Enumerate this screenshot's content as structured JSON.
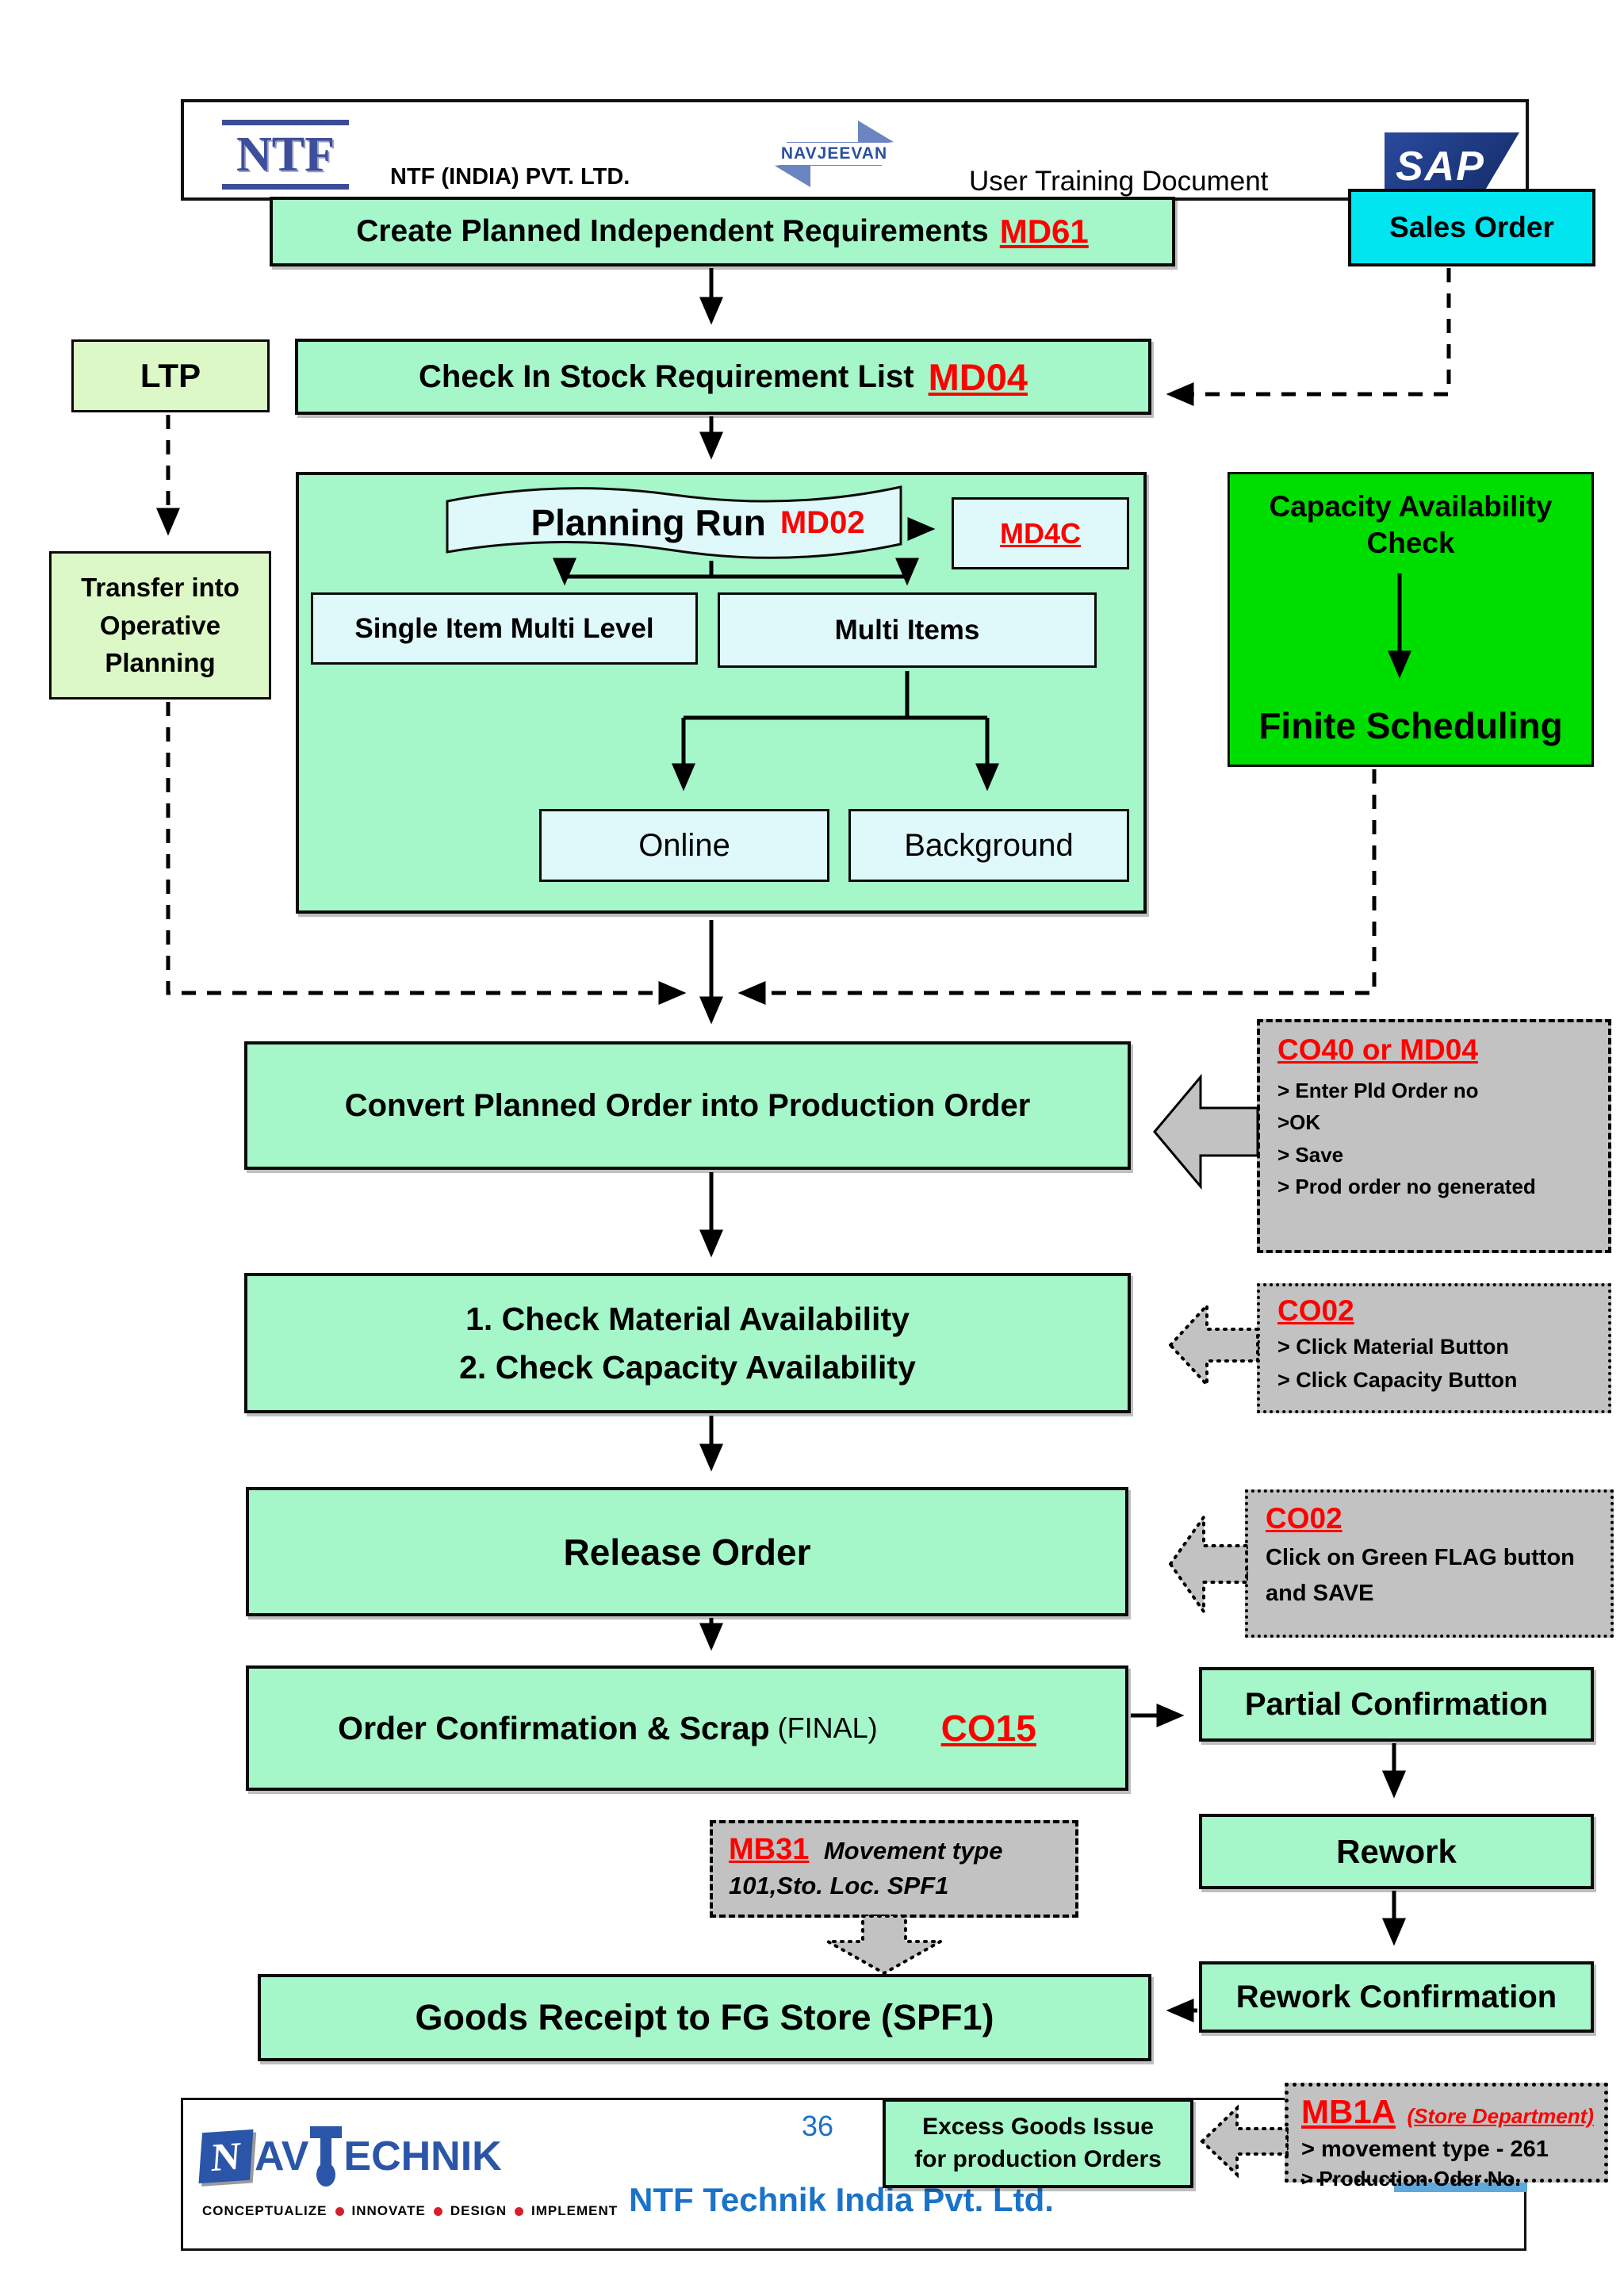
{
  "header": {
    "ntf_logo_text": "NTF",
    "company": "NTF (INDIA) PVT. LTD.",
    "navjeevan_logo_text": "NAVJEEVAN",
    "doc_title": "User Training Document",
    "sap_logo_text": "SAP"
  },
  "flow": {
    "create_pir": {
      "label": "Create Planned Independent Requirements",
      "tcode": "MD61"
    },
    "sales_order": {
      "label": "Sales Order"
    },
    "ltp": {
      "label": "LTP"
    },
    "check_stock": {
      "label": "Check In Stock Requirement List",
      "tcode": "MD04"
    },
    "planning_run": {
      "label": "Planning Run",
      "tcode": "MD02"
    },
    "md4c": {
      "tcode": "MD4C"
    },
    "single_item": {
      "label": "Single Item Multi Level"
    },
    "multi_items": {
      "label": "Multi Items"
    },
    "online": {
      "label": "Online"
    },
    "background": {
      "label": "Background"
    },
    "capacity_check": {
      "label": "Capacity Availability Check",
      "label2": "Finite Scheduling"
    },
    "transfer": {
      "label": "Transfer into Operative Planning"
    },
    "convert": {
      "label": "Convert Planned Order into Production Order"
    },
    "check_avail": {
      "line1": "1.  Check Material Availability",
      "line2": "2.  Check Capacity Availability"
    },
    "release": {
      "label": "Release Order"
    },
    "order_confirm": {
      "label": "Order Confirmation & Scrap",
      "suffix": "(FINAL)",
      "tcode": "CO15"
    },
    "partial_confirm": {
      "label": "Partial Confirmation"
    },
    "rework": {
      "label": "Rework"
    },
    "rework_confirm": {
      "label": "Rework Confirmation"
    },
    "goods_receipt": {
      "label": "Goods Receipt to FG Store (SPF1)"
    },
    "excess_goods": {
      "label": "Excess Goods Issue for production Orders"
    }
  },
  "callouts": {
    "co40": {
      "title": "CO40 or MD04",
      "lines": [
        "> Enter Pld Order no",
        ">OK",
        "> Save",
        "> Prod order no generated"
      ]
    },
    "co02_check": {
      "title": "CO02",
      "lines": [
        "> Click Material Button",
        "> Click Capacity Button"
      ]
    },
    "co02_release": {
      "title": "CO02",
      "lines": [
        "Click on Green FLAG button",
        "and SAVE"
      ]
    },
    "mb31": {
      "title": "MB31",
      "line1": "Movement type",
      "line2": "101,Sto. Loc. SPF1"
    },
    "mb1a": {
      "title": "MB1A",
      "subtitle": "(Store Department)",
      "lines": [
        "> movement type - 261",
        "> Production Oder No."
      ]
    }
  },
  "footer": {
    "page_number": "36",
    "company": "NTF Technik India Pvt. Ltd.",
    "logo": {
      "n": "N",
      "av": "AV",
      "echnik": "ECHNIK"
    },
    "tagline": [
      "CONCEPTUALIZE",
      "INNOVATE",
      "DESIGN",
      "IMPLEMENT"
    ]
  },
  "colors": {
    "process_box": "#A5F6C9",
    "sales_order_box": "#00E5EF",
    "ltp_box": "#DCF8C7",
    "inner_box": "#DFF9FB",
    "capacity_box": "#00DE00",
    "callout_box": "#C2C2C2",
    "tcode_red": "#FF0000",
    "footer_blue": "#1B72C9",
    "logo_blue": "#2B55A8",
    "sap_navy": "#16306E"
  }
}
